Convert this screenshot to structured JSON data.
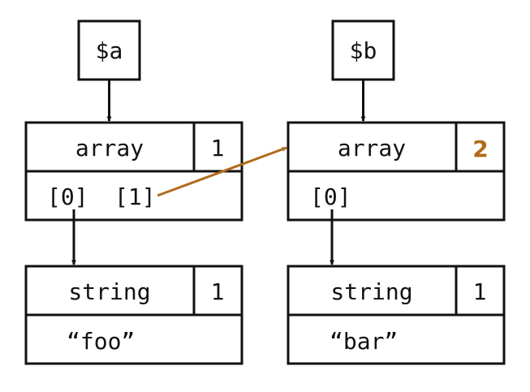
{
  "colors": {
    "stroke": "#111111",
    "accent": "#b06a1a",
    "background": "#ffffff"
  },
  "variables": {
    "a": {
      "label": "$a"
    },
    "b": {
      "label": "$b"
    }
  },
  "nodes": {
    "array_a": {
      "type": "array",
      "refcount": "1",
      "indices": [
        "[0]",
        "[1]"
      ]
    },
    "array_b": {
      "type": "array",
      "refcount": "2",
      "indices": [
        "[0]"
      ]
    },
    "string_a": {
      "type": "string",
      "refcount": "1",
      "value": "“foo”"
    },
    "string_b": {
      "type": "string",
      "refcount": "1",
      "value": "“bar”"
    }
  }
}
